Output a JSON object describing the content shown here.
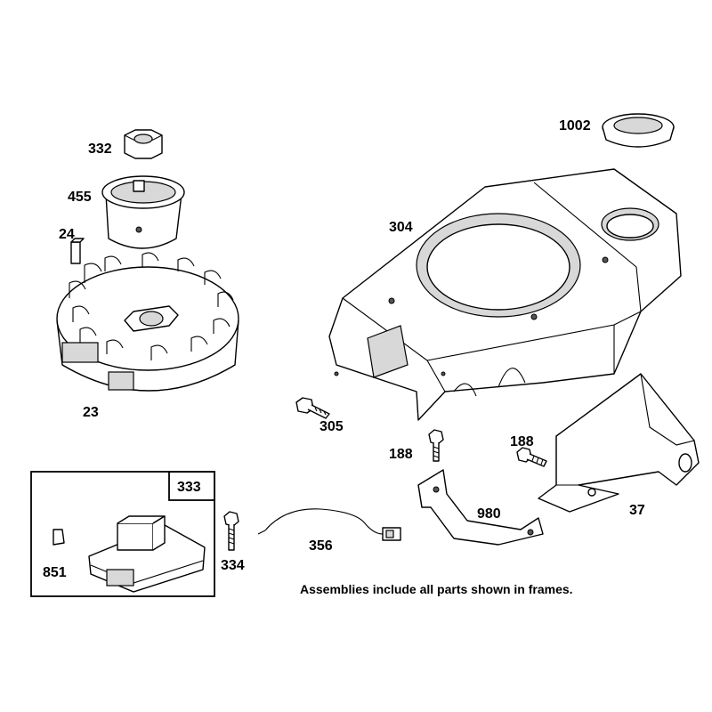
{
  "diagram": {
    "callouts": {
      "p1002": "1002",
      "p332": "332",
      "p455": "455",
      "p24": "24",
      "p304": "304",
      "p23": "23",
      "p305": "305",
      "p188a": "188",
      "p188b": "188",
      "p980": "980",
      "p37": "37",
      "p333": "333",
      "p851": "851",
      "p334": "334",
      "p356": "356"
    },
    "note": "Assemblies include all parts shown in frames."
  }
}
